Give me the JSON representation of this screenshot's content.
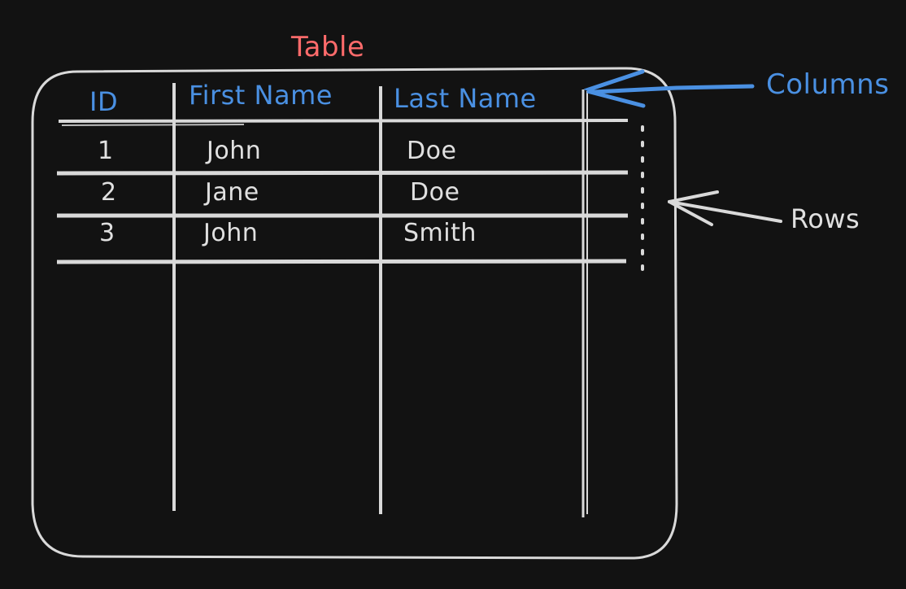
{
  "diagram": {
    "title": "Table",
    "columns": [
      "ID",
      "First Name",
      "Last Name"
    ],
    "rows": [
      {
        "id": "1",
        "first_name": "John",
        "last_name": "Doe"
      },
      {
        "id": "2",
        "first_name": "Jane",
        "last_name": "Doe"
      },
      {
        "id": "3",
        "first_name": "John",
        "last_name": "Smith"
      }
    ],
    "annotations": {
      "columns_label": "Columns",
      "rows_label": "Rows"
    },
    "colors": {
      "background": "#121212",
      "title": "#ff6b6b",
      "header_text": "#4a90e2",
      "annotation_blue": "#4a90e2",
      "lines": "#d9d9d9",
      "cell_text": "#e0e0e0"
    }
  }
}
